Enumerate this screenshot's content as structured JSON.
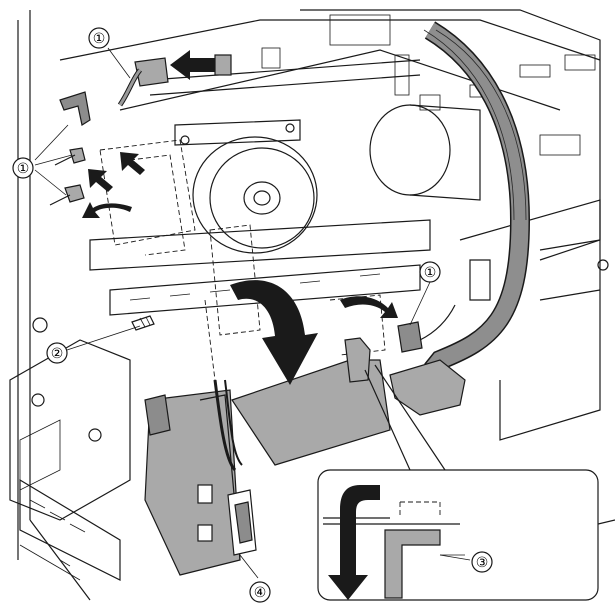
{
  "callouts": [
    {
      "id": "c1a",
      "label": "①",
      "ref": "connector-top"
    },
    {
      "id": "c1b",
      "label": "①",
      "ref": "connectors-left"
    },
    {
      "id": "c1c",
      "label": "①",
      "ref": "connector-right"
    },
    {
      "id": "c2",
      "label": "②",
      "ref": "screw"
    },
    {
      "id": "c3",
      "label": "③",
      "ref": "bracket-tab"
    },
    {
      "id": "c4",
      "label": "④",
      "ref": "connector-bracket"
    }
  ]
}
